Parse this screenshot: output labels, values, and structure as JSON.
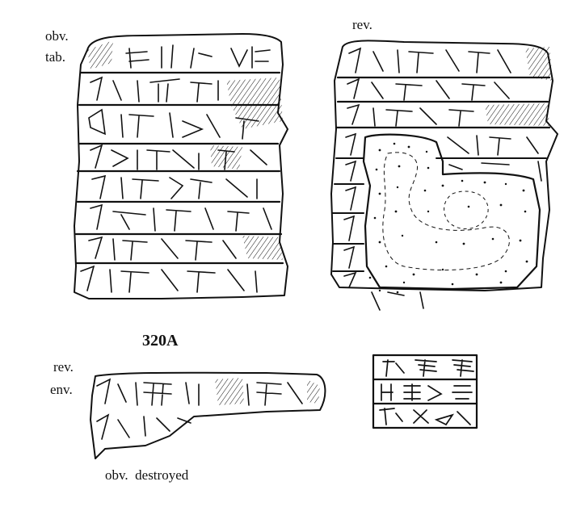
{
  "labels": {
    "obverse": "obv.",
    "tablet": "tab.",
    "reverse_tablet": "rev.",
    "catalog_number": "320A",
    "reverse_envelope": "rev.",
    "envelope": "env.",
    "obverse_destroyed": "obv.  destroyed"
  },
  "colors": {
    "ink": "#111111",
    "paper": "#ffffff"
  }
}
